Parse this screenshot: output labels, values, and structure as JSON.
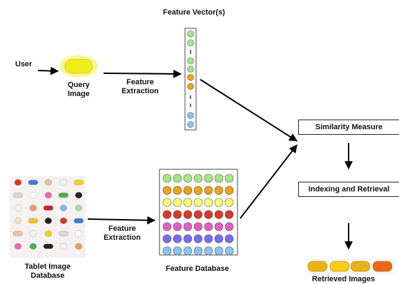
{
  "labels": {
    "feature_vectors": "Feature Vector(s)",
    "user": "User",
    "query_image_line1": "Query",
    "query_image_line2": "Image",
    "feature_extraction_top_1": "Feature",
    "feature_extraction_top_2": "Extraction",
    "feature_extraction_bottom_1": "Feature",
    "feature_extraction_bottom_2": "Extraction",
    "tablet_db_line1": "Tablet Image",
    "tablet_db_line2": "Database",
    "feature_database": "Feature Database",
    "retrieved_images": "Retrieved Images"
  },
  "boxes": {
    "similarity_measure": "Similarity Measure",
    "indexing_retrieval": "Indexing and Retrieval"
  },
  "feature_vector_colors": [
    "#a6e38a",
    "#a6e38a",
    "#a6e38a",
    "#a6e38a",
    "#e8a21c",
    "#e8a21c",
    "#89c4ee",
    "#89c4ee"
  ],
  "feature_db_row_colors": [
    "#a6e38a",
    "#e8a21c",
    "#fbfb7a",
    "#d63a2a",
    "#e05fc0",
    "#7a6cf0",
    "#89c4ee"
  ],
  "query_image_color": "#f0ec1a",
  "retrieved_tablet_colors": [
    "#e8b21a",
    "#f5cc1a",
    "#e8b21a",
    "#e8661a"
  ]
}
